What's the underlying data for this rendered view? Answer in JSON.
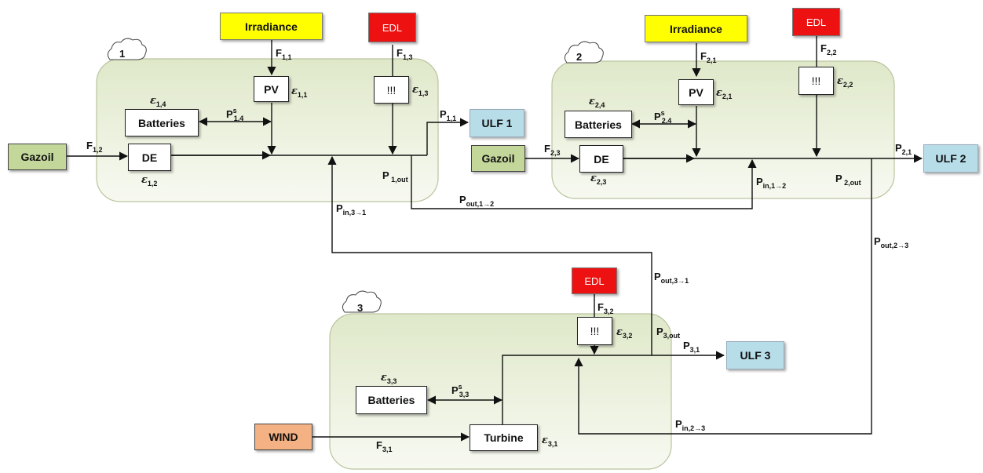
{
  "colors": {
    "panel_fill": "#e6ecd6",
    "irradiance": "#ffff00",
    "edl": "#ee1111",
    "gazoil": "#c4d79b",
    "ulf": "#b7dde8",
    "wind": "#f4b183"
  },
  "grid1": {
    "number": "1",
    "irradiance": "Irradiance",
    "edl": "EDL",
    "pv": "PV",
    "alert": "!!!",
    "batteries": "Batteries",
    "de": "DE",
    "gazoil": "Gazoil",
    "ulf": "ULF 1",
    "f_irr": "F",
    "f_irr_sub": "1,1",
    "f_edl": "F",
    "f_edl_sub": "1,3",
    "f_gaz": "F",
    "f_gaz_sub": "1,2",
    "eps_pv": "ε",
    "eps_pv_sub": "1,1",
    "eps_edl": "ε",
    "eps_edl_sub": "1,3",
    "eps_bat": "ε",
    "eps_bat_sub": "1,4",
    "eps_de": "ε",
    "eps_de_sub": "1,2",
    "ps_bat": "P",
    "ps_bat_sup": "s",
    "ps_bat_sub": "1,4",
    "p_ulf": "P",
    "p_ulf_sub": "1,1",
    "p_out": "P",
    "p_out_sub": " 1,out"
  },
  "grid2": {
    "number": "2",
    "irradiance": "Irradiance",
    "edl": "EDL",
    "pv": "PV",
    "alert": "!!!",
    "batteries": "Batteries",
    "de": "DE",
    "gazoil": "Gazoil",
    "ulf": "ULF 2",
    "f_irr": "F",
    "f_irr_sub": "2,1",
    "f_edl": "F",
    "f_edl_sub": "2,2",
    "f_gaz": "F",
    "f_gaz_sub": "2,3",
    "eps_pv": "ε",
    "eps_pv_sub": "2,1",
    "eps_edl": "ε",
    "eps_edl_sub": "2,2",
    "eps_bat": "ε",
    "eps_bat_sub": "2,4",
    "eps_de": "ε",
    "eps_de_sub": "2,3",
    "ps_bat": "P",
    "ps_bat_sup": "s",
    "ps_bat_sub": "2,4",
    "p_ulf": "P",
    "p_ulf_sub": "2,1",
    "p_out": "P",
    "p_out_sub": " 2,out"
  },
  "grid3": {
    "number": "3",
    "edl": "EDL",
    "alert": "!!!",
    "batteries": "Batteries",
    "turbine": "Turbine",
    "wind": "WIND",
    "ulf": "ULF 3",
    "f_edl": "F",
    "f_edl_sub": "3,2",
    "f_wind": "F",
    "f_wind_sub": "3,1",
    "eps_edl": "ε",
    "eps_edl_sub": "3,2",
    "eps_bat": "ε",
    "eps_bat_sub": "3,3",
    "eps_turb": "ε",
    "eps_turb_sub": "3,1",
    "ps_bat": "P",
    "ps_bat_sup": "s",
    "ps_bat_sub": "3,3",
    "p_ulf": "P",
    "p_ulf_sub": "3,1",
    "p_out": "P",
    "p_out_sub": "3,out"
  },
  "links": {
    "p_in_3_1": "P",
    "p_in_3_1_sub": "in,3→1",
    "p_out_1_2": "P",
    "p_out_1_2_sub": "out,1→2",
    "p_in_1_2": "P",
    "p_in_1_2_sub": "in,1→2",
    "p_out_2_3": "P",
    "p_out_2_3_sub": "out,2→3",
    "p_out_3_1": "P",
    "p_out_3_1_sub": "out,3→1",
    "p_in_2_3": "P",
    "p_in_2_3_sub": "in,2→3"
  }
}
